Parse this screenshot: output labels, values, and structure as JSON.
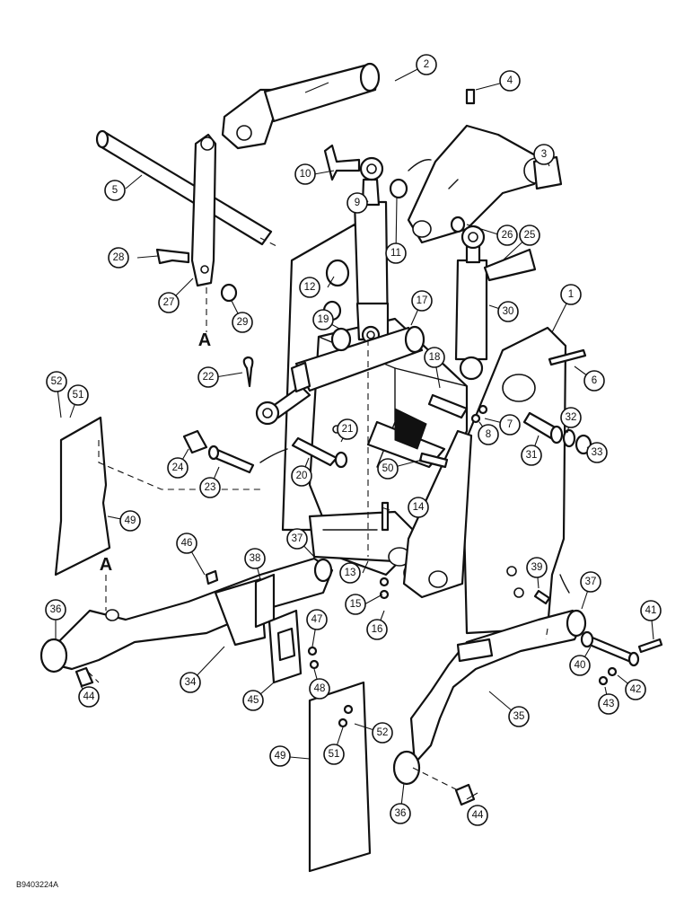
{
  "drawing_number": "B9403224A",
  "reference_mark": "A",
  "callouts": [
    "1",
    "2",
    "3",
    "4",
    "5",
    "6",
    "7",
    "8",
    "9",
    "10",
    "11",
    "12",
    "13",
    "14",
    "15",
    "16",
    "17",
    "18",
    "19",
    "20",
    "21",
    "22",
    "23",
    "24",
    "25",
    "26",
    "27",
    "28",
    "29",
    "30",
    "31",
    "32",
    "33",
    "34",
    "35",
    "36",
    "37",
    "38",
    "39",
    "40",
    "41",
    "42",
    "43",
    "44",
    "45",
    "46",
    "47",
    "48",
    "49",
    "50",
    "51",
    "52"
  ]
}
